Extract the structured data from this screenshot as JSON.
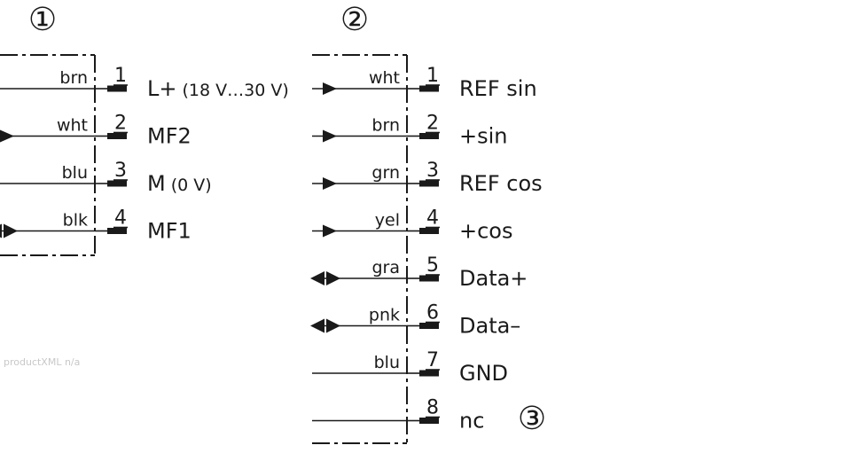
{
  "diagram": {
    "connector_1": {
      "marker": "①",
      "pins": [
        {
          "color": "brn",
          "number": "1",
          "label": "L+",
          "label_note": "(18 V…30 V)",
          "arrow": "none"
        },
        {
          "color": "wht",
          "number": "2",
          "label": "MF2",
          "label_note": "",
          "arrow": "in"
        },
        {
          "color": "blu",
          "number": "3",
          "label": "M",
          "label_note": "(0 V)",
          "arrow": "none"
        },
        {
          "color": "blk",
          "number": "4",
          "label": "MF1",
          "label_note": "",
          "arrow": "bidirectional"
        }
      ]
    },
    "connector_2": {
      "marker": "②",
      "pins": [
        {
          "color": "wht",
          "number": "1",
          "label": "REF sin",
          "label_note": "",
          "arrow": "in"
        },
        {
          "color": "brn",
          "number": "2",
          "label": "+sin",
          "label_note": "",
          "arrow": "in"
        },
        {
          "color": "grn",
          "number": "3",
          "label": "REF cos",
          "label_note": "",
          "arrow": "in"
        },
        {
          "color": "yel",
          "number": "4",
          "label": "+cos",
          "label_note": "",
          "arrow": "in"
        },
        {
          "color": "gra",
          "number": "5",
          "label": "Data+",
          "label_note": "",
          "arrow": "bidirectional"
        },
        {
          "color": "pnk",
          "number": "6",
          "label": "Data–",
          "label_note": "",
          "arrow": "bidirectional"
        },
        {
          "color": "blu",
          "number": "7",
          "label": "GND",
          "label_note": "",
          "arrow": "none"
        },
        {
          "color": "",
          "number": "8",
          "label": "nc",
          "label_note": "",
          "arrow": "none"
        }
      ],
      "footnote_marker": "③"
    },
    "watermark": "productXML n/a"
  }
}
